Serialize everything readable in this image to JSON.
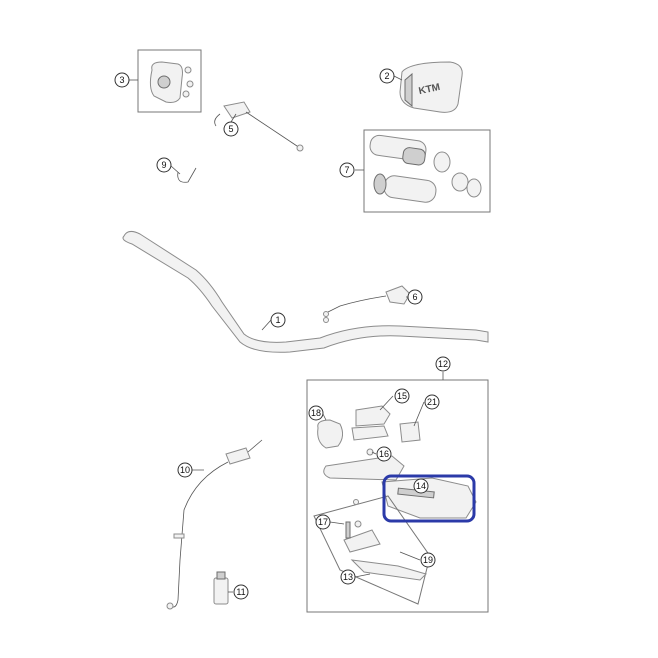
{
  "callouts": {
    "c1": "1",
    "c2": "2",
    "c3": "3",
    "c5": "5",
    "c6": "6",
    "c7": "7",
    "c9": "9",
    "c10": "10",
    "c11": "11",
    "c12": "12",
    "c13": "13",
    "c14": "14",
    "c15": "15",
    "c16": "16",
    "c17": "17",
    "c18": "18",
    "c19": "19",
    "c21": "21"
  },
  "logo_text": "KTM",
  "colors": {
    "highlight": "#2b3aa8",
    "line": "#8c8c8c"
  }
}
